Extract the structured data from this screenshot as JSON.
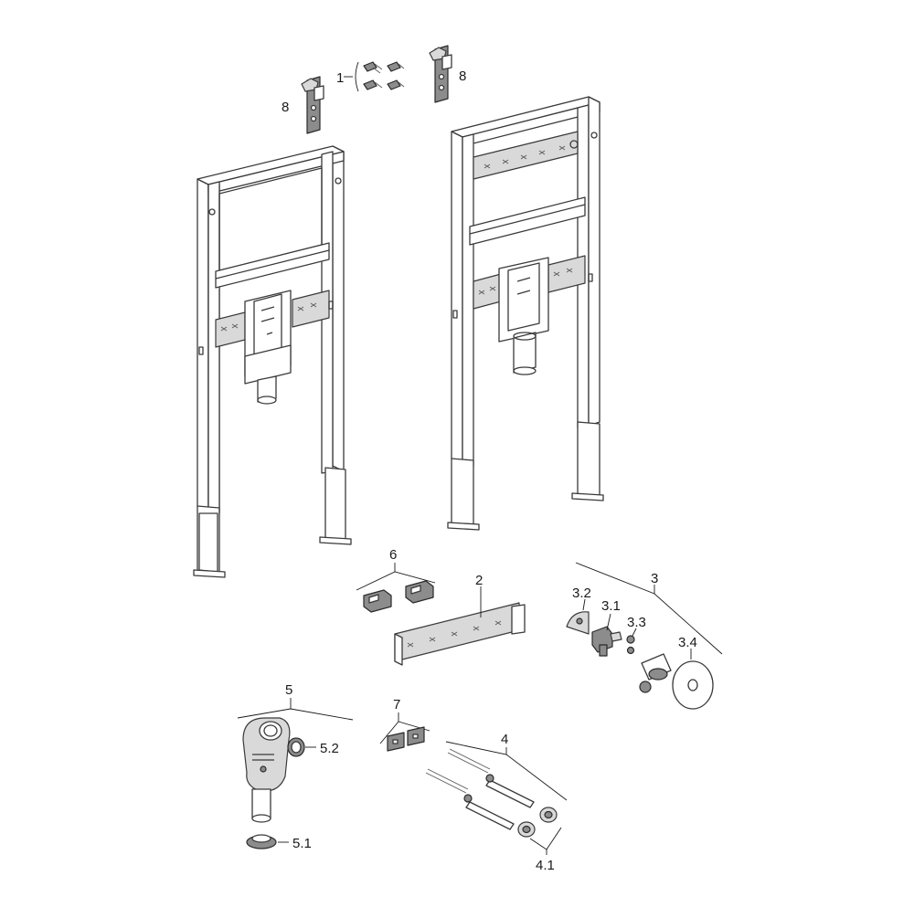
{
  "labels": {
    "l1": "1",
    "l2": "2",
    "l3": "3",
    "l3_1": "3.1",
    "l3_2": "3.2",
    "l3_3": "3.3",
    "l3_4": "3.4",
    "l4": "4",
    "l4_1": "4.1",
    "l5": "5",
    "l5_1": "5.1",
    "l5_2": "5.2",
    "l6": "6",
    "l7": "7",
    "l8a": "8",
    "l8b": "8"
  }
}
